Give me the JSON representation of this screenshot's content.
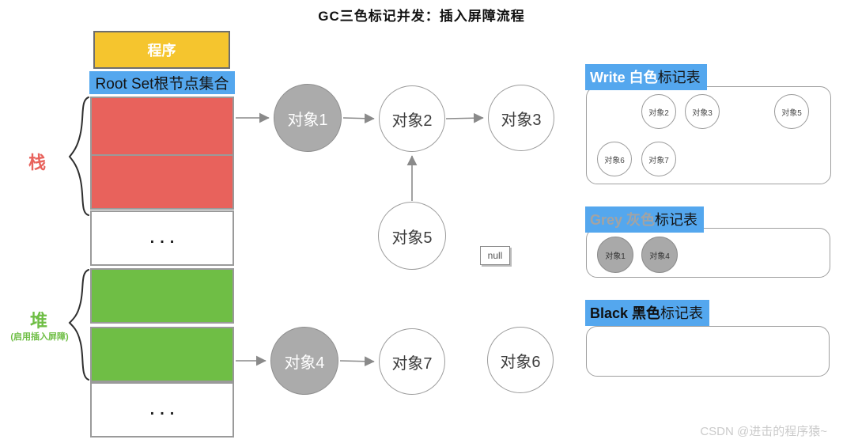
{
  "title": "GC三色标记并发：插入屏障流程",
  "memory": {
    "program": "程序",
    "root_set": "Root Set根节点集合",
    "stack_label": "栈",
    "heap_label": "堆",
    "heap_note": "(启用插入屏障)",
    "ellipsis": "..."
  },
  "graph": {
    "nodes": {
      "obj1": "对象1",
      "obj2": "对象2",
      "obj3": "对象3",
      "obj4": "对象4",
      "obj5": "对象5",
      "obj6": "对象6",
      "obj7": "对象7"
    },
    "null_label": "null"
  },
  "tables": {
    "white": {
      "title_prefix": "Write 白色",
      "title_suffix": "标记表",
      "items": [
        "对象2",
        "对象3",
        "对象5",
        "对象6",
        "对象7"
      ]
    },
    "grey": {
      "title_prefix": "Grey 灰色",
      "title_suffix": "标记表",
      "items": [
        "对象1",
        "对象4"
      ]
    },
    "black": {
      "title_prefix": "Black 黑色",
      "title_suffix": "标记表",
      "items": []
    }
  },
  "colors": {
    "stack_red": "#E8625C",
    "heap_green": "#6FBE45",
    "program_yellow": "#F5C52E",
    "highlight_blue": "#54A7EE",
    "gray_node": "#ABABAB"
  },
  "watermark": "CSDN @进击的程序猿~"
}
